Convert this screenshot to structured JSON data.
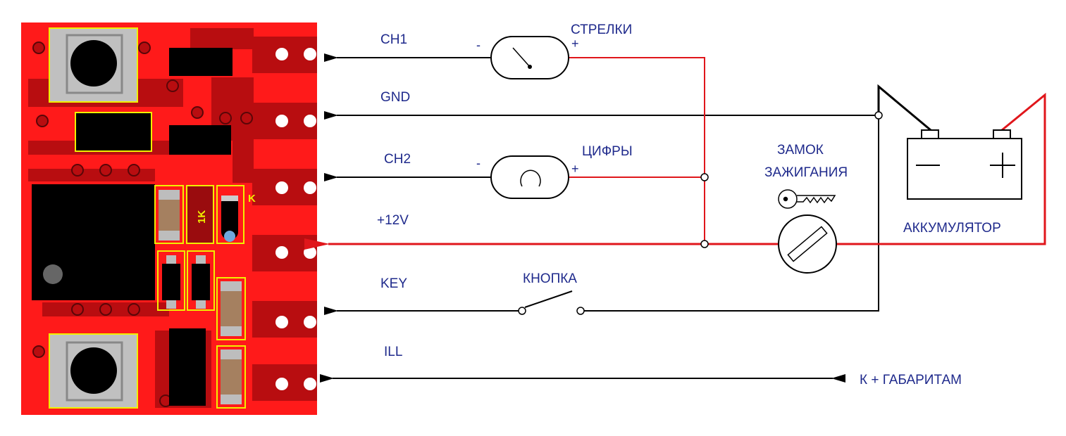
{
  "colors": {
    "board": "#ff1a1a",
    "pad": "#b80d10",
    "chip": "#000000",
    "wire_black": "#000000",
    "wire_red": "#e0161b",
    "text": "#1f2a8c",
    "silkscreen": "#f0f000"
  },
  "pins": [
    {
      "id": "ch1",
      "label": "CH1"
    },
    {
      "id": "gnd",
      "label": "GND"
    },
    {
      "id": "ch2",
      "label": "CH2"
    },
    {
      "id": "v12",
      "label": "+12V"
    },
    {
      "id": "key",
      "label": "KEY"
    },
    {
      "id": "ill",
      "label": "ILL"
    }
  ],
  "components": {
    "gauge_arrows": {
      "name": "СТРЕЛКИ",
      "minus": "-",
      "plus": "+"
    },
    "gauge_digits": {
      "name": "ЦИФРЫ",
      "minus": "-",
      "plus": "+"
    },
    "ignition": {
      "name_line1": "ЗАМОК",
      "name_line2": "ЗАЖИГАНИЯ"
    },
    "battery": {
      "name": "АККУМУЛЯТОР"
    },
    "button": {
      "name": "КНОПКА"
    },
    "lights": {
      "name": "К  + ГАБАРИТАМ"
    }
  },
  "board_marks": {
    "resistor": "1K",
    "diode": "K"
  }
}
